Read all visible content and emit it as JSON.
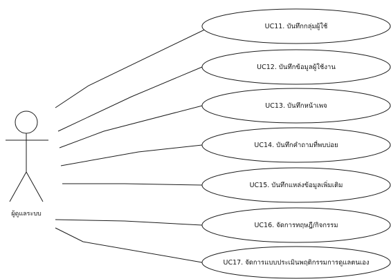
{
  "actor": {
    "label": "ผู้ดูแลระบบ"
  },
  "use_cases": [
    {
      "label": "UC11. บันทึกกลุ่มผู้ใช้"
    },
    {
      "label": "UC12. บันทึกข้อมูลผู้ใช้งาน"
    },
    {
      "label": "UC13. บันทึกหน้าเพจ"
    },
    {
      "label": "UC14. บันทึกคำถามที่พบบ่อย"
    },
    {
      "label": "UC15. บันทึกแหล่งข้อมูลเพิ่มเติม"
    },
    {
      "label": "UC16. จัดการทฤษฎี/กิจกรรม"
    },
    {
      "label": "UC17. จัดการแบบประเมินพฤติกรรมการดูแลตนเอง"
    }
  ]
}
